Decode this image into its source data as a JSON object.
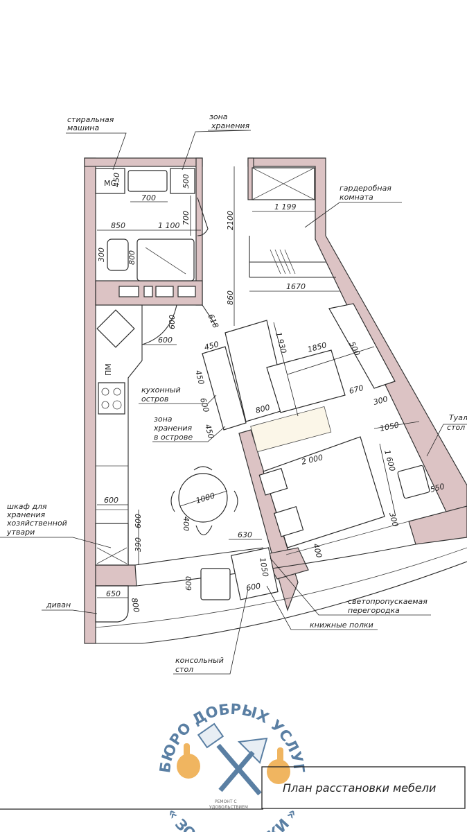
{
  "title": "План расстановки мебели",
  "logo": {
    "top_text": "БЮРО ДОБРЫХ УСЛУГ",
    "bottom_text": "« ЗОЛОТЫЕ РУКИ »",
    "tagline_1": "РЕМОНТ С",
    "tagline_2": "УДОВОЛЬСТВИЕМ"
  },
  "labels": {
    "washing_machine": [
      "стиральная",
      "машина"
    ],
    "storage_zone": [
      "зона",
      "хранения"
    ],
    "wardrobe_room": [
      "гардеробная",
      "комната"
    ],
    "kitchen_island": [
      "кухонный",
      "остров"
    ],
    "island_storage": [
      "зона",
      "хранения",
      "в острове"
    ],
    "dressing_table": [
      "Туал",
      "стол"
    ],
    "household_cabinet": [
      "шкаф для",
      "хранения",
      "хозяйственной",
      "утвари"
    ],
    "sofa": "диван",
    "console_table": [
      "консольный",
      "стол"
    ],
    "translucent_partition": [
      "светопропускаемая",
      "перегородка"
    ],
    "bookshelves": "книжные полки",
    "mc": "МС",
    "pm": "ПМ"
  },
  "dimensions": [
    "450",
    "500",
    "700",
    "700",
    "850",
    "1 100",
    "300",
    "800",
    "2100",
    "860",
    "1 199",
    "1670",
    "618",
    "600",
    "600",
    "450",
    "1 930",
    "1850",
    "500",
    "670",
    "300",
    "450",
    "600",
    "450",
    "800",
    "1050",
    "2 000",
    "1 600",
    "550",
    "300",
    "400",
    "1000",
    "400",
    "630",
    "1050",
    "600",
    "600",
    "600",
    "600",
    "390",
    "650",
    "800"
  ]
}
